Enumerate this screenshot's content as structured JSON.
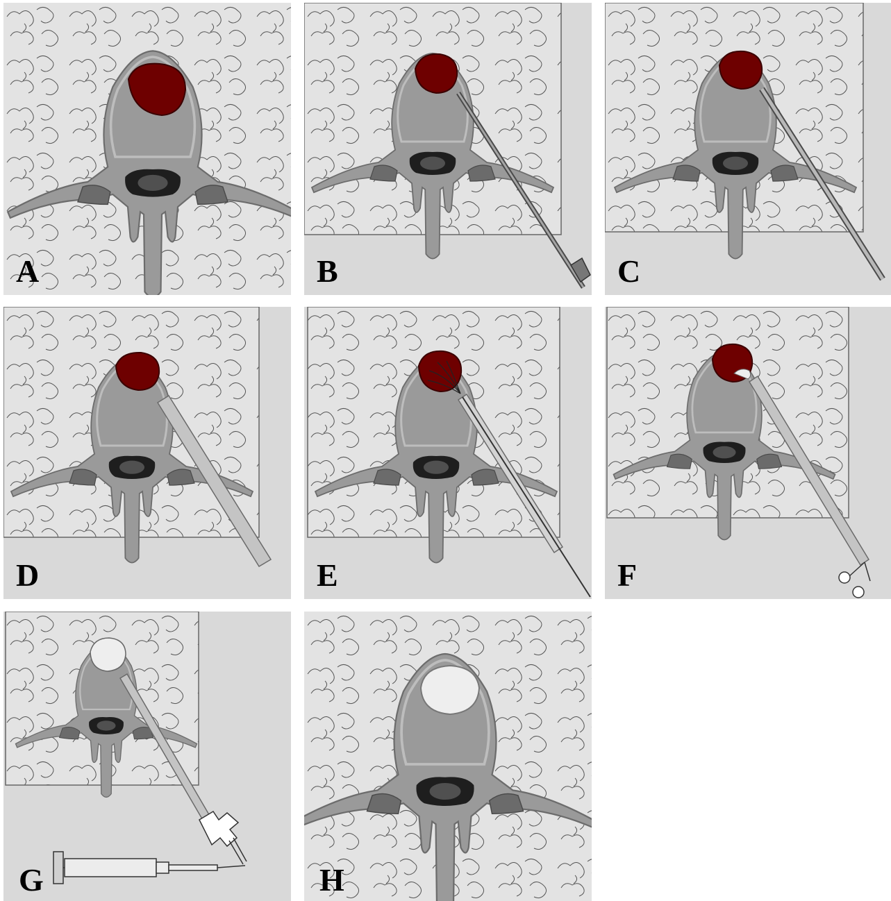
{
  "figure": {
    "panels": [
      {
        "label": "A"
      },
      {
        "label": "B"
      },
      {
        "label": "C"
      },
      {
        "label": "D"
      },
      {
        "label": "E"
      },
      {
        "label": "F"
      },
      {
        "label": "G"
      },
      {
        "label": "H"
      }
    ]
  },
  "colors": {
    "background": "#d9d9d9",
    "tissue": "#e3e3e3",
    "bone": "#9a9a9a",
    "bone_rim": "#bdbdbd",
    "tumor": "#6e0000",
    "cavity": "#eeeeee",
    "spinal_canal": "#1e1e1e",
    "cord": "#505050",
    "instrument": "#b8b8b8"
  }
}
